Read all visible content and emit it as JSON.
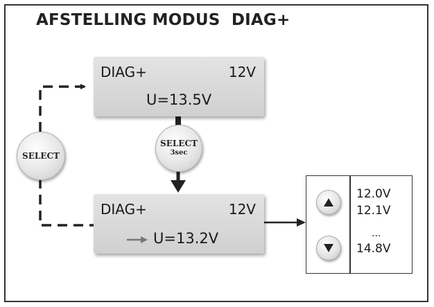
{
  "title": "AFSTELLING MODUS  DIAG+",
  "screen_top": {
    "mode": "DIAG+",
    "battery": "12V",
    "reading": "U=13.5V"
  },
  "screen_bottom": {
    "mode": "DIAG+",
    "battery": "12V",
    "reading": "U=13.2V"
  },
  "select_left": {
    "label": "SELECT"
  },
  "select_middle": {
    "label": "SELECT",
    "duration": "3sec"
  },
  "range_panel": {
    "values": [
      "12.0V",
      "12.1V",
      "...",
      "14.8V"
    ],
    "up_icon": "triangle-up-icon",
    "down_icon": "triangle-down-icon"
  },
  "colors": {
    "line": "#222222",
    "screen": "#d8d8d8",
    "pointer": "#777777"
  }
}
